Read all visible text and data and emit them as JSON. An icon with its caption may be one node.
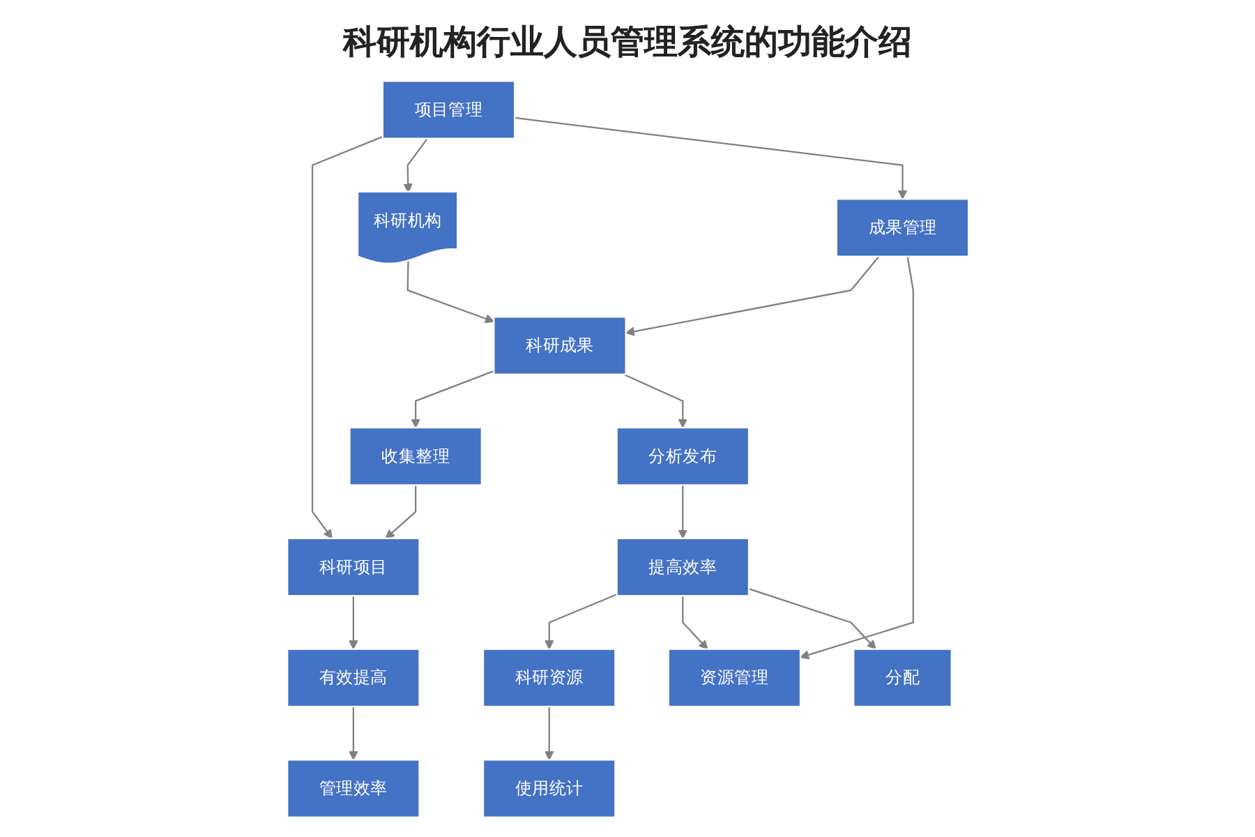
{
  "diagram": {
    "title": "科研机构行业人员管理系统的功能介绍",
    "nodes": [
      {
        "text": [
          "项目管理"
        ]
      },
      {
        "text": [
          "科研项目"
        ]
      },
      {
        "text": [
          "科研机构"
        ]
      },
      {
        "text": [
          "收集整理"
        ]
      },
      {
        "text": [
          "科研成果"
        ]
      },
      {
        "text": [
          "成果管理"
        ]
      },
      {
        "text": [
          "分析发布"
        ]
      },
      {
        "text": [
          "有效提高"
        ]
      },
      {
        "text": [
          "提高效率"
        ]
      },
      {
        "text": [
          "科研资源"
        ]
      },
      {
        "text": [
          "使用统计"
        ]
      },
      {
        "text": [
          "资源管理"
        ]
      },
      {
        "text": [
          "分配"
        ]
      },
      {
        "text": [
          "管理效率"
        ]
      }
    ],
    "edges": [
      {
        "from": 0,
        "to": 1,
        "arrow": "to"
      },
      {
        "from": 0,
        "to": 2,
        "arrow": "to"
      },
      {
        "from": 0,
        "to": 5,
        "arrow": "to"
      },
      {
        "from": 2,
        "to": 4,
        "arrow": "to"
      },
      {
        "from": 5,
        "to": 4,
        "arrow": "to"
      },
      {
        "from": 4,
        "to": 3,
        "arrow": "to"
      },
      {
        "from": 3,
        "to": 1,
        "arrow": "to"
      },
      {
        "from": 4,
        "to": 6,
        "arrow": "to"
      },
      {
        "from": 6,
        "to": 8,
        "arrow": "to"
      },
      {
        "from": 8,
        "to": 9,
        "arrow": "to"
      },
      {
        "from": 5,
        "to": 11,
        "arrow": "to"
      },
      {
        "from": 8,
        "to": 11,
        "arrow": "to"
      },
      {
        "from": 9,
        "to": 10,
        "arrow": "to"
      },
      {
        "from": 8,
        "to": 12,
        "arrow": "to"
      },
      {
        "from": 1,
        "to": 7,
        "arrow": "to"
      },
      {
        "from": 7,
        "to": 13,
        "arrow": "to"
      }
    ]
  }
}
